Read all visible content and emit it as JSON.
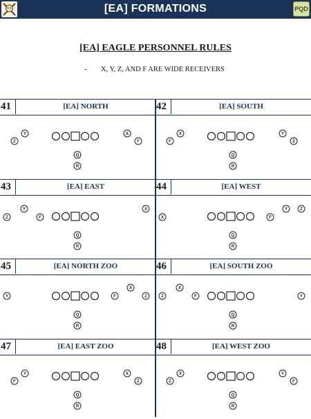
{
  "header": {
    "title": "[EA] FORMATIONS",
    "badge": "PQD",
    "colors": {
      "bar": "#1b3358",
      "badge_bg": "#d9e3a6"
    },
    "logo_icon": "crossed-swords-skull-icon"
  },
  "page": {
    "heading": "[EA] EAGLE PERSONNEL RULES",
    "rule_dash": "-",
    "rule_text": "X, Y, Z, AND F ARE WIDE RECEIVERS"
  },
  "line_symbols": "OO□OO",
  "formations": [
    {
      "number": "41",
      "name": "[EA] NORTH",
      "players": [
        {
          "label": "Z",
          "pos": "left-outer"
        },
        {
          "label": "Y",
          "pos": "left-inner"
        },
        {
          "label": "X",
          "pos": "right-inner"
        },
        {
          "label": "F",
          "pos": "right-outer"
        },
        {
          "label": "Q",
          "pos": "qb"
        },
        {
          "label": "R",
          "pos": "rb"
        }
      ]
    },
    {
      "number": "42",
      "name": "[EA] SOUTH",
      "players": [
        {
          "label": "F",
          "pos": "left-outer"
        },
        {
          "label": "X",
          "pos": "left-inner"
        },
        {
          "label": "Y",
          "pos": "right-inner"
        },
        {
          "label": "Z",
          "pos": "right-outer"
        },
        {
          "label": "Q",
          "pos": "qb"
        },
        {
          "label": "R",
          "pos": "rb"
        }
      ]
    },
    {
      "number": "43",
      "name": "[EA] EAST",
      "players": [
        {
          "label": "Z",
          "pos": "far-left"
        },
        {
          "label": "Y",
          "pos": "left-mid"
        },
        {
          "label": "F",
          "pos": "left-near"
        },
        {
          "label": "X",
          "pos": "far-right"
        },
        {
          "label": "Q",
          "pos": "qb"
        },
        {
          "label": "R",
          "pos": "rb"
        }
      ]
    },
    {
      "number": "44",
      "name": "[EA] WEST",
      "players": [
        {
          "label": "X",
          "pos": "far-left"
        },
        {
          "label": "F",
          "pos": "right-near"
        },
        {
          "label": "Y",
          "pos": "right-mid"
        },
        {
          "label": "Z",
          "pos": "far-right"
        },
        {
          "label": "Q",
          "pos": "qb"
        },
        {
          "label": "R",
          "pos": "rb"
        }
      ]
    },
    {
      "number": "45",
      "name": "[EA] NORTH ZOO",
      "players": [
        {
          "label": "Y",
          "pos": "far-left"
        },
        {
          "label": "F",
          "pos": "right-near"
        },
        {
          "label": "X",
          "pos": "right-mid"
        },
        {
          "label": "Z",
          "pos": "far-right"
        },
        {
          "label": "Q",
          "pos": "qb"
        },
        {
          "label": "R",
          "pos": "rb"
        }
      ]
    },
    {
      "number": "46",
      "name": "[EA] SOUTH ZOO",
      "players": [
        {
          "label": "Z",
          "pos": "far-left"
        },
        {
          "label": "X",
          "pos": "left-mid"
        },
        {
          "label": "F",
          "pos": "left-near"
        },
        {
          "label": "Y",
          "pos": "far-right"
        },
        {
          "label": "Q",
          "pos": "qb"
        },
        {
          "label": "R",
          "pos": "rb"
        }
      ]
    },
    {
      "number": "47",
      "name": "[EA] EAST ZOO",
      "players": [
        {
          "label": "F",
          "pos": "left-outer"
        },
        {
          "label": "Y",
          "pos": "left-inner"
        },
        {
          "label": "X",
          "pos": "right-inner"
        },
        {
          "label": "Z",
          "pos": "right-outer"
        },
        {
          "label": "Q",
          "pos": "qb"
        },
        {
          "label": "R",
          "pos": "rb"
        }
      ]
    },
    {
      "number": "48",
      "name": "[EA] WEST ZOO",
      "players": [
        {
          "label": "Z",
          "pos": "left-outer"
        },
        {
          "label": "X",
          "pos": "left-inner"
        },
        {
          "label": "Y",
          "pos": "right-inner"
        },
        {
          "label": "F",
          "pos": "right-outer"
        },
        {
          "label": "Q",
          "pos": "qb"
        },
        {
          "label": "R",
          "pos": "rb"
        }
      ]
    }
  ]
}
